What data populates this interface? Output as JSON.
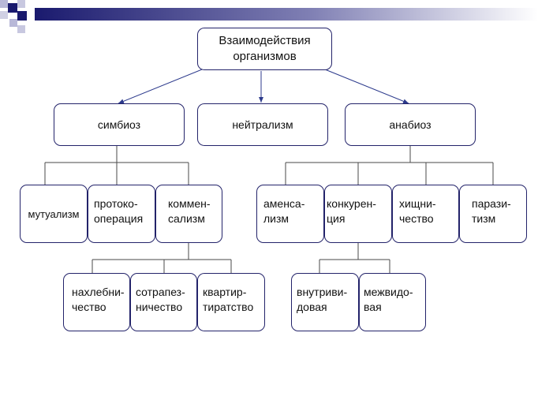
{
  "colors": {
    "banner_navy": "#1a1a6e",
    "node_border": "#23236a",
    "connector": "#4a4a4a",
    "arrow": "#2c3a8c"
  },
  "icons": [
    "checker-squares-decoration",
    "gradient-bar-decoration"
  ],
  "diagram": {
    "root": "Взаимодействия\nорганизмов",
    "groups": {
      "symbiosis": "симбиоз",
      "neutralism": "нейтрализм",
      "anabiosis": "анабиоз"
    },
    "symbiosis_children": {
      "mutualism": "мутуализм",
      "protocooperation": "протоко-\nоперация",
      "commensalism": "коммен-\nсализм"
    },
    "commensalism_children": {
      "freeloading": "нахлебни-\nчество",
      "cotabling": "сотрапез-\nничество",
      "tenancy": "квартир-\nтиратство"
    },
    "anabiosis_children": {
      "amensalism": "аменса-\nлизм",
      "competition": "конкурен-\nция",
      "predation": "хищни-\nчество",
      "parasitism": "парази-\nтизм"
    },
    "competition_children": {
      "intraspecific": "внутриви-\nдовая",
      "interspecific": "межвидо-\nвая"
    }
  }
}
